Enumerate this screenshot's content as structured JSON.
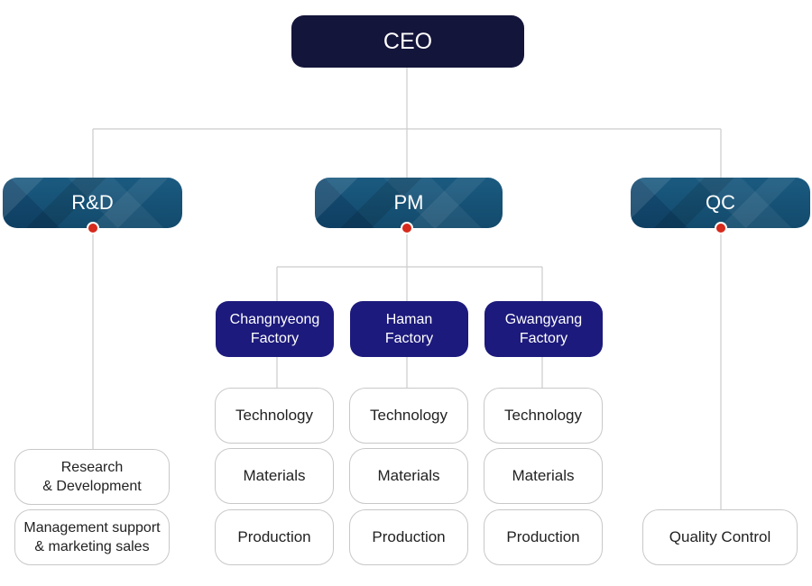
{
  "ceo": {
    "label": "CEO"
  },
  "departments": [
    {
      "label": "R&D"
    },
    {
      "label": "PM"
    },
    {
      "label": "QC"
    }
  ],
  "rnd_units": [
    {
      "line1": "Research",
      "line2": "& Development"
    },
    {
      "line1": "Management support",
      "line2": "& marketing sales"
    }
  ],
  "factories": [
    {
      "line1": "Changnyeong",
      "line2": "Factory",
      "units": [
        "Technology",
        "Materials",
        "Production"
      ]
    },
    {
      "line1": "Haman",
      "line2": "Factory",
      "units": [
        "Technology",
        "Materials",
        "Production"
      ]
    },
    {
      "line1": "Gwangyang",
      "line2": "Factory",
      "units": [
        "Technology",
        "Materials",
        "Production"
      ]
    }
  ],
  "qc_units": [
    "Quality Control"
  ],
  "colors": {
    "ceo": "#14153a",
    "department": "#1b5a80",
    "factory": "#1c1a7c",
    "connector_dot": "#d62a1c",
    "line": "#cccccc"
  }
}
